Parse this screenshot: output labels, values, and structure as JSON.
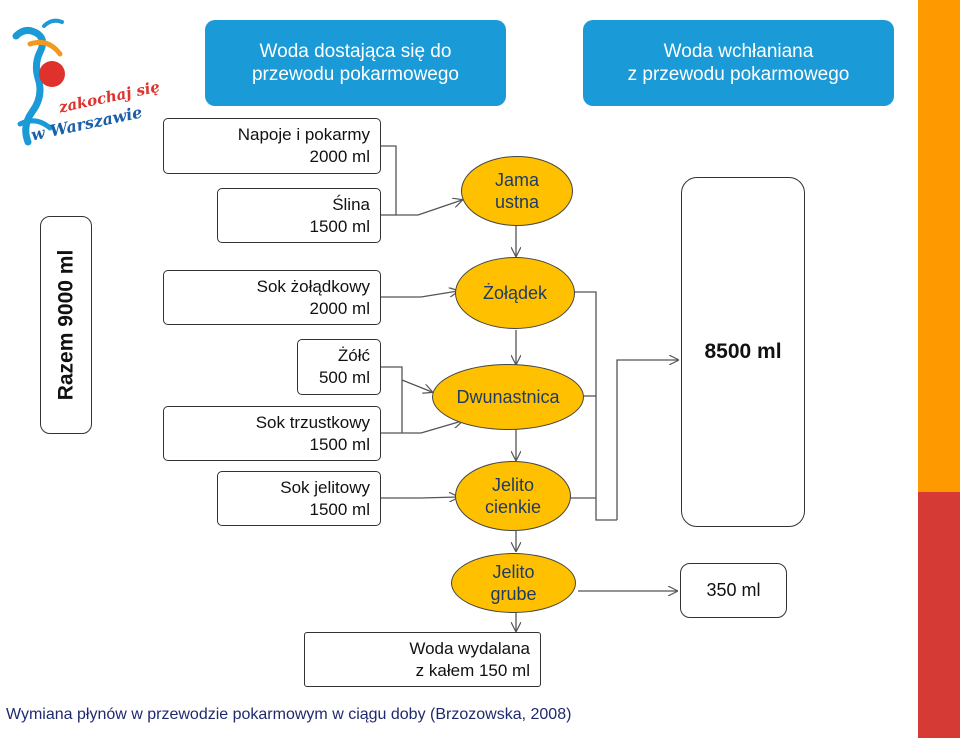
{
  "header_intake": {
    "line1": "Woda dostająca się do",
    "line2": "przewodu  pokarmowego"
  },
  "header_absorbed": {
    "line1": "Woda wchłaniana",
    "line2": "z przewodu pokarmowego"
  },
  "total_label": "Razem 9000 ml",
  "sources": [
    {
      "name": "Napoje i pokarmy",
      "amount": "2000 ml"
    },
    {
      "name": "Ślina",
      "amount": "1500 ml"
    },
    {
      "name": "Sok żołądkowy",
      "amount": "2000 ml"
    },
    {
      "name": "Żółć",
      "amount": "500 ml"
    },
    {
      "name": "Sok trzustkowy",
      "amount": "1500 ml"
    },
    {
      "name": "Sok jelitowy",
      "amount": "1500 ml"
    }
  ],
  "organs": [
    {
      "line1": "Jama",
      "line2": "ustna"
    },
    {
      "line1": "Żołądek",
      "line2": ""
    },
    {
      "line1": "Dwunastnica",
      "line2": ""
    },
    {
      "line1": "Jelito",
      "line2": "cienkie"
    },
    {
      "line1": "Jelito",
      "line2": "grube"
    }
  ],
  "absorbed_small_intestine": "8500 ml",
  "absorbed_large_intestine": "350 ml",
  "excreted": {
    "line1": "Woda wydalana",
    "line2": "z kałem 150 ml"
  },
  "caption": "Wymiana płynów w przewodzie pokarmowym w ciągu doby (Brzozowska, 2008)",
  "logo": {
    "line1": "zakochaj się",
    "line2": "w Warszawie"
  },
  "colors": {
    "header_blue": "#1a9ad6",
    "organ_yellow": "#ffc000",
    "stripe_orange": "#ff9900",
    "stripe_red": "#d63a35",
    "caption_navy": "#1f2a6e"
  }
}
